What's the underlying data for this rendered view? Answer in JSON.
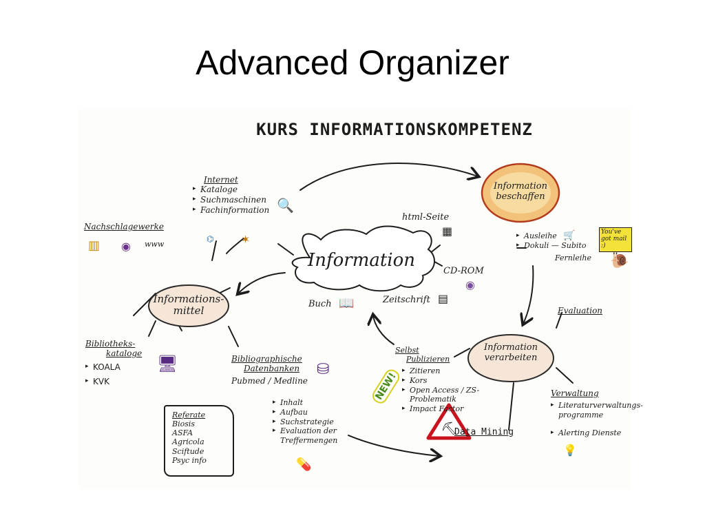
{
  "slide": {
    "title": "Advanced Organizer"
  },
  "sketch": {
    "heading": "Kurs Informationskompetenz",
    "center": {
      "label": "Information",
      "satellites": {
        "html_seite": "html-Seite",
        "cd_rom": "CD-ROM",
        "buch": "Buch",
        "zeitschrift": "Zeitschrift"
      }
    },
    "informationsmittel": {
      "label_line1": "Informations-",
      "label_line2": "mittel",
      "internet": {
        "title": "Internet",
        "items": [
          "Kataloge",
          "Suchmaschinen",
          "Fachinformation"
        ]
      },
      "nachschlagewerke": {
        "title": "Nachschlagewerke",
        "www": "www"
      },
      "bibliothekskataloge": {
        "title_line1": "Bibliotheks-",
        "title_line2": "kataloge",
        "items": [
          "KOALA",
          "KVK"
        ]
      },
      "datenbanken": {
        "title_line1": "Bibliographische",
        "title_line2": "Datenbanken",
        "subtitle": "Pubmed / Medline",
        "items": [
          "Inhalt",
          "Aufbau",
          "Suchstrategie",
          "Evaluation der Treffermengen"
        ]
      },
      "referate": {
        "title": "Referate",
        "items": [
          "Biosis",
          "ASFA",
          "Agricola",
          "Sciftude",
          "Psyc info"
        ]
      }
    },
    "beschaffen": {
      "label_line1": "Information",
      "label_line2": "beschaffen",
      "items": [
        "Ausleihe",
        "Dokuli — Subito",
        "Fernleihe"
      ],
      "sign": "You've got mail :)"
    },
    "verarbeiten": {
      "label_line1": "Information",
      "label_line2": "verarbeiten",
      "evaluation": "Evaluation",
      "verwaltung": {
        "title": "Verwaltung",
        "items": [
          "Literaturverwaltungs-programme",
          "Alerting Dienste"
        ]
      },
      "data_mining": "Data Mining",
      "publizieren": {
        "title_line1": "Selbst",
        "title_line2": "Publizieren",
        "badge": "NEW!",
        "items": [
          "Zitieren",
          "Kors",
          "Open Access / ZS-Problematik",
          "Impact Factor"
        ]
      }
    }
  }
}
